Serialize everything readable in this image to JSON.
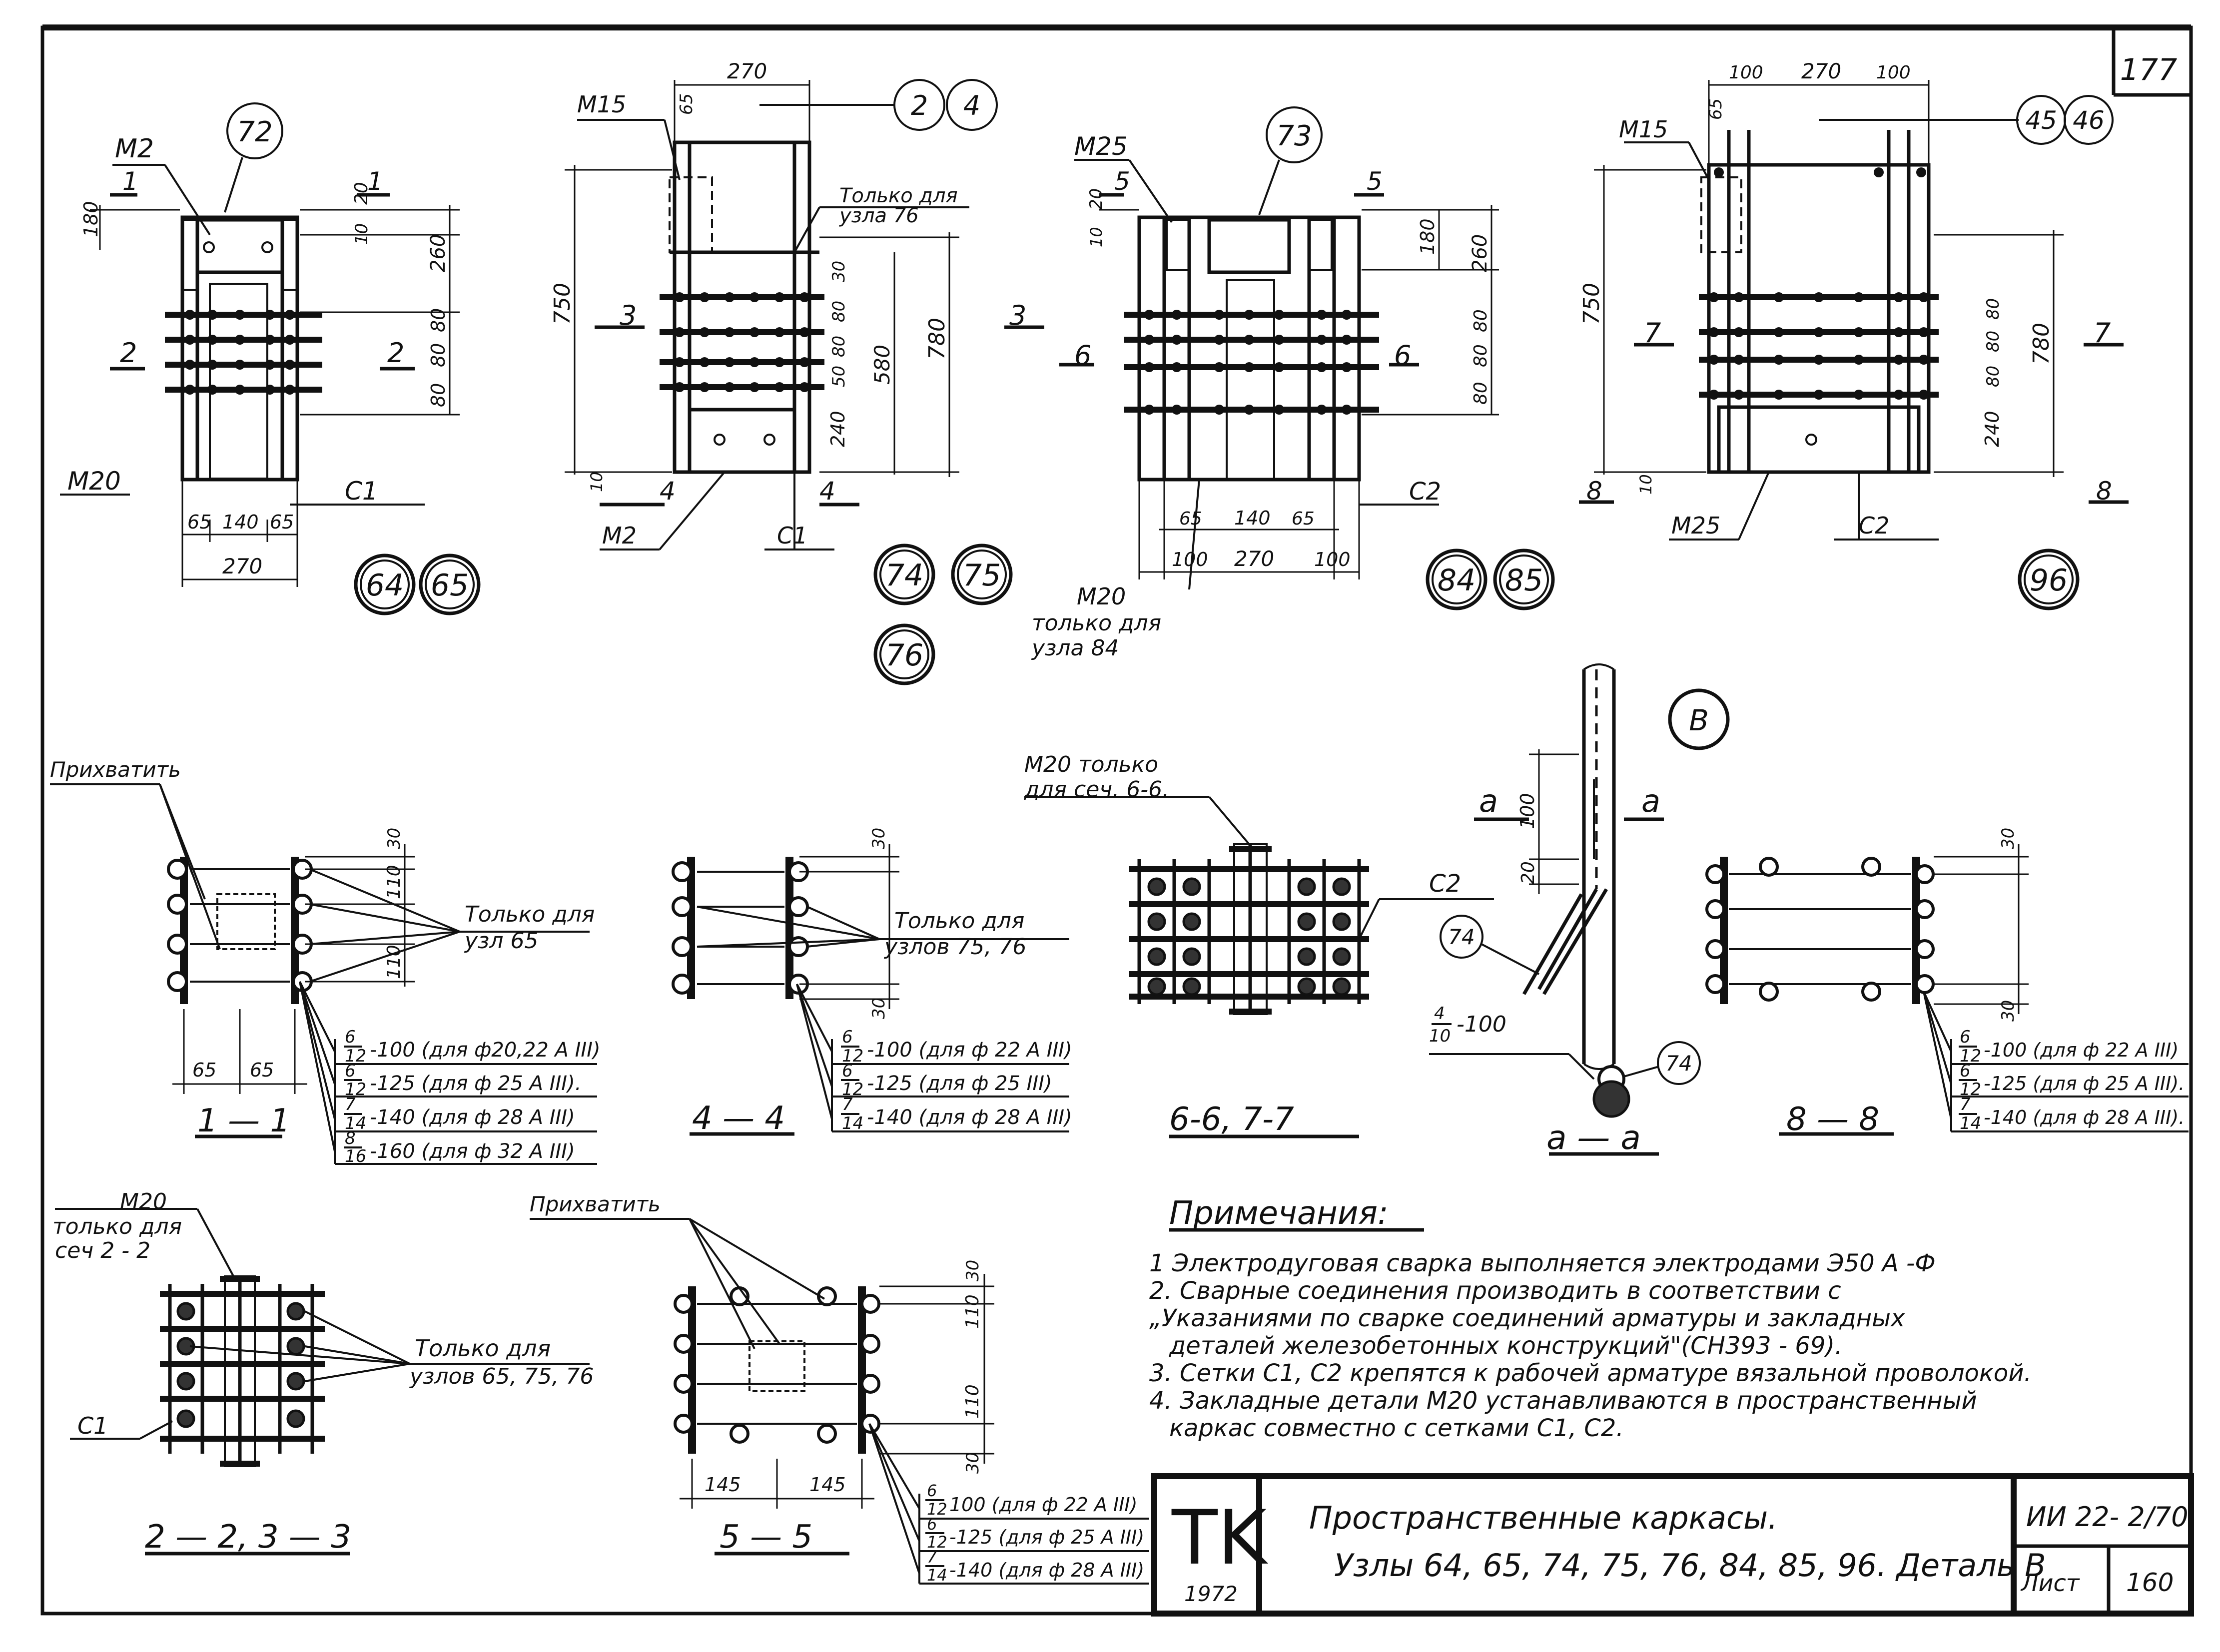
{
  "sheet": {
    "corner_number": "177",
    "stamp": {
      "letters": "TK",
      "year": "1972"
    },
    "title_line1": "Пространственные каркасы.",
    "title_line2": "Узлы 64, 65, 74, 75, 76, 84, 85, 96. Деталь В",
    "doc_code": "ИИ 22- 2/70",
    "sheet_label": "Лист",
    "sheet_number": "160"
  },
  "view1": {
    "node": "72",
    "label_m2": "М2",
    "label_m20": "М20",
    "label_c1": "С1",
    "sec_mark": "1",
    "sec_left": "2",
    "sec_right": "2",
    "d180": "180",
    "d20": "20",
    "d10": "10",
    "d260": "260",
    "d80a": "80",
    "d80b": "80",
    "d80c": "80",
    "d65a": "65",
    "d140": "140",
    "d65b": "65",
    "d270": "270",
    "nodes": [
      "64",
      "65"
    ]
  },
  "view2": {
    "label_m15": "М15",
    "label_m2": "М2",
    "label_c1": "С1",
    "d270": "270",
    "d65": "65",
    "node_a": "2",
    "node_b": "4",
    "note": "Только для",
    "note2": "узла 76",
    "d750": "750",
    "d780": "780",
    "d580": "580",
    "d30": "30",
    "d80a": "80",
    "d80b": "80",
    "d50": "50",
    "d240": "240",
    "d10": "10",
    "sec_left": "3",
    "sec_right": "3",
    "sec_bottom": "4",
    "nodes": [
      "74",
      "75",
      "76"
    ]
  },
  "view3": {
    "node": "73",
    "label_m25": "М25",
    "label_c2": "С2",
    "sec_mark": "5",
    "sec_left": "6",
    "sec_right": "6",
    "d10": "10",
    "d20": "20",
    "d180": "180",
    "d260": "260",
    "d80a": "80",
    "d80b": "80",
    "d80c": "80",
    "d65a": "65",
    "d140": "140",
    "d65b": "65",
    "d100a": "100",
    "d270": "270",
    "d100b": "100",
    "note_m20": "М20",
    "note_only": "только для",
    "note_node": "узла 84",
    "nodes": [
      "84",
      "85"
    ]
  },
  "view4": {
    "label_m15": "М15",
    "label_m25": "М25",
    "label_c2": "С2",
    "d100a": "100",
    "d270": "270",
    "d100b": "100",
    "d65": "65",
    "node_a": "45",
    "node_b": "46",
    "d750": "750",
    "d780": "780",
    "d80a": "80",
    "d80b": "80",
    "d80c": "80",
    "d240": "240",
    "d10": "10",
    "sec_left": "7",
    "sec_right": "7",
    "sec_bottom": "8",
    "nodes": [
      "96"
    ]
  },
  "sec11": {
    "title": "1 — 1",
    "weld": "Прихватить",
    "note": "Только для",
    "note2": "узл 65",
    "d30": "30",
    "d110a": "110",
    "d110b": "110",
    "d65a": "65",
    "d65b": "65",
    "specs": [
      {
        "num": "6",
        "den": "12",
        "text": "-100 (для ф20,22 А III)"
      },
      {
        "num": "6",
        "den": "12",
        "text": "-125 (для ф 25 А III)."
      },
      {
        "num": "7",
        "den": "14",
        "text": "-140 (для ф 28 А III)"
      },
      {
        "num": "8",
        "den": "16",
        "text": "-160 (для ф 32 А III)"
      }
    ]
  },
  "sec44": {
    "title": "4 — 4",
    "note": "Только для",
    "note2": "узлов 75, 76",
    "d30a": "30",
    "d30b": "30",
    "specs": [
      {
        "num": "6",
        "den": "12",
        "text": "-100 (для ф 22 А III)"
      },
      {
        "num": "6",
        "den": "12",
        "text": "-125 (для ф 25 III)"
      },
      {
        "num": "7",
        "den": "14",
        "text": "-140 (для ф 28 А III)"
      }
    ]
  },
  "sec66": {
    "title": "6-6, 7-7",
    "note": "М20 только",
    "note2": "для сеч. 6-6.",
    "label_c2": "С2"
  },
  "detailB": {
    "mark": "В",
    "a_left": "а",
    "a_right": "а",
    "d100": "100",
    "d20": "20",
    "node": "74",
    "spec_num": "4",
    "spec_den": "10",
    "spec_text": "-100",
    "node2": "74",
    "title": "а — а"
  },
  "sec88": {
    "title": "8 — 8",
    "d30a": "30",
    "d30b": "30",
    "specs": [
      {
        "num": "6",
        "den": "12",
        "text": "-100 (для ф 22 А III)"
      },
      {
        "num": "6",
        "den": "12",
        "text": "-125 (для ф 25 А III)."
      },
      {
        "num": "7",
        "den": "14",
        "text": "-140 (для ф 28 А III)."
      }
    ]
  },
  "sec22": {
    "title": "2 — 2, 3 — 3",
    "note_m20": "М20",
    "note_only": "только для",
    "note_sec": "сеч 2 - 2",
    "note": "Только для",
    "note2": "узлов 65, 75, 76",
    "label_c1": "С1"
  },
  "sec55": {
    "title": "5 — 5",
    "weld": "Прихватить",
    "d30a": "30",
    "d110a": "110",
    "d110b": "110",
    "d30b": "30",
    "d145a": "145",
    "d145b": "145",
    "specs": [
      {
        "num": "6",
        "den": "12",
        "text": "100 (для ф 22 А III)"
      },
      {
        "num": "6",
        "den": "12",
        "text": "-125 (для ф 25 А III)"
      },
      {
        "num": "7",
        "den": "14",
        "text": "-140 (для ф 28 А III)"
      }
    ]
  },
  "notes": {
    "heading": "Примечания:",
    "lines": [
      "1 Электродуговая сварка выполняется электродами Э50 А -Ф",
      "2. Сварные соединения производить в соответствии с",
      "„Указаниями по сварке соединений арматуры и закладных",
      "деталей железобетонных конструкций\"(СН393 - 69).",
      "3. Сетки С1, С2 крепятся к рабочей арматуре вязальной проволокой.",
      "4. Закладные детали М20 устанавливаются в пространственный",
      "каркас совместно с сетками С1, С2."
    ]
  }
}
